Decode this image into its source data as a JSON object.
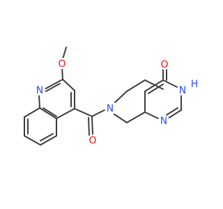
{
  "molecule": {
    "labels": {
      "methoxy_O": "O",
      "quinoline_N": "N",
      "carbonyl_O": "O",
      "amide_N": "N",
      "ketone_O": "O",
      "NH": "H",
      "NH_N": "N",
      "pyrimidine_N": "N"
    },
    "colors": {
      "bond": "#3c3c3c",
      "oxygen": "#ff0d0d",
      "nitrogen": "#3050f8"
    }
  }
}
